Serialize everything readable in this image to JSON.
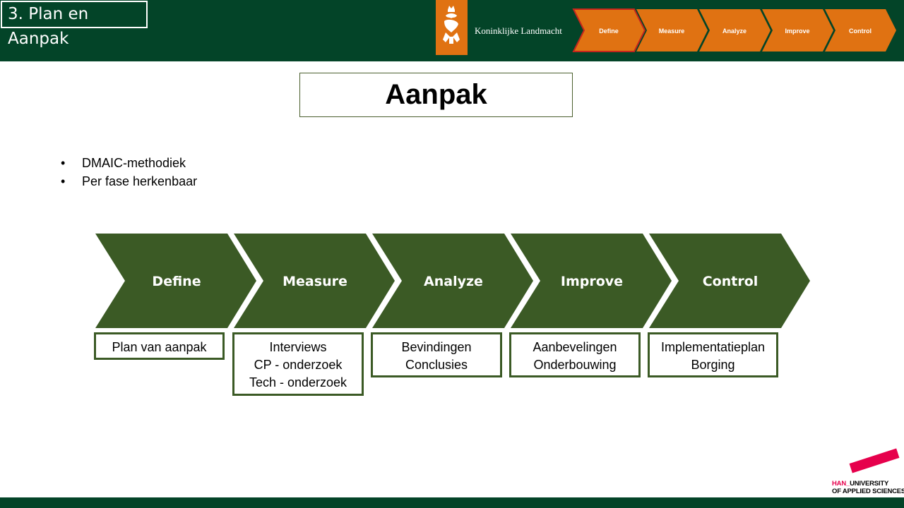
{
  "header": {
    "section_title": "3. Plan en Aanpak",
    "organization": "Koninklijke Landmacht",
    "logo_icon": "royal-lion-crest-icon",
    "phase_nav": [
      {
        "label": "Define",
        "active": true
      },
      {
        "label": "Measure",
        "active": false
      },
      {
        "label": "Analyze",
        "active": false
      },
      {
        "label": "Improve",
        "active": false
      },
      {
        "label": "Control",
        "active": false
      }
    ]
  },
  "main": {
    "title": "Aanpak",
    "bullets": [
      "DMAIC-methodiek",
      "Per fase herkenbaar"
    ]
  },
  "dmaic": {
    "phases": [
      {
        "label": "Define",
        "details": [
          "Plan van aanpak"
        ]
      },
      {
        "label": "Measure",
        "details": [
          "Interviews",
          "CP - onderzoek",
          "Tech - onderzoek"
        ]
      },
      {
        "label": "Analyze",
        "details": [
          "Bevindingen",
          "Conclusies"
        ]
      },
      {
        "label": "Improve",
        "details": [
          "Aanbevelingen",
          "Onderbouwing"
        ]
      },
      {
        "label": "Control",
        "details": [
          "Implementatieplan",
          "Borging"
        ]
      }
    ]
  },
  "footer": {
    "han_prefix": "HAN_",
    "han_line1": "UNIVERSITY",
    "han_line2": "OF APPLIED SCIENCES"
  },
  "colors": {
    "header_green": "#034428",
    "chevron_green": "#3b5a25",
    "nav_orange": "#e07212",
    "nav_active_border": "#c4261d",
    "han_red": "#e6004c"
  }
}
